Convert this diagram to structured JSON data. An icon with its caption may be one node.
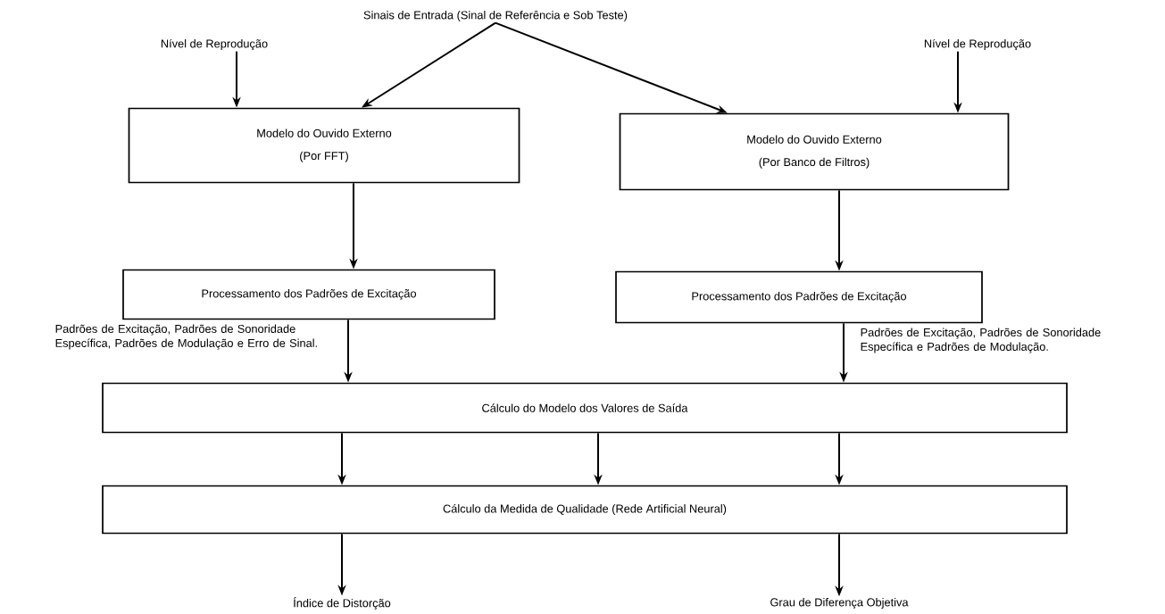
{
  "diagram": {
    "nodes": [
      {
        "text": [
          "Sinais de Entrada (Sinal de Referência e Sob Teste)"
        ]
      },
      {
        "text": [
          "Nível de Reprodução"
        ]
      },
      {
        "text": [
          "Nível de Reprodução"
        ]
      },
      {
        "text": [
          "Modelo do Ouvido Externo",
          "(Por FFT)"
        ]
      },
      {
        "text": [
          "Modelo do Ouvido Externo",
          "(Por Banco de Filtros)"
        ]
      },
      {
        "text": [
          "Processamento dos Padrões de Excitação"
        ]
      },
      {
        "text": [
          "Processamento dos Padrões de Excitação"
        ]
      },
      {
        "text": [
          "Cálculo do Modelo dos Valores de Saída"
        ]
      },
      {
        "text": [
          "Cálculo da Medida de Qualidade (Rede Artificial Neural)"
        ]
      },
      {
        "text": [
          "Índice de Distorção"
        ]
      },
      {
        "text": [
          "Grau de Diferença Objetiva"
        ]
      }
    ],
    "edges": [
      {
        "from": 0,
        "to": 3,
        "arrow": "to"
      },
      {
        "from": 0,
        "to": 4,
        "arrow": "to"
      },
      {
        "from": 1,
        "to": 3,
        "arrow": "to"
      },
      {
        "from": 2,
        "to": 4,
        "arrow": "to"
      },
      {
        "from": 3,
        "to": 5,
        "arrow": "to"
      },
      {
        "from": 4,
        "to": 6,
        "arrow": "to"
      },
      {
        "from": 5,
        "to": 7,
        "arrow": "to",
        "label": "Padrões de Excitação, Padrões de Sonoridade Específica, Padrões de Modulação e Erro de Sinal."
      },
      {
        "from": 6,
        "to": 7,
        "arrow": "to",
        "label": "Padrões de Excitação, Padrões de Sonoridade Específica e Padrões de Modulação."
      },
      {
        "from": 7,
        "to": 8,
        "arrow": "to"
      },
      {
        "from": 7,
        "to": 8,
        "arrow": "to"
      },
      {
        "from": 7,
        "to": 8,
        "arrow": "to"
      },
      {
        "from": 8,
        "to": 9,
        "arrow": "to"
      },
      {
        "from": 8,
        "to": 10,
        "arrow": "to"
      }
    ]
  }
}
